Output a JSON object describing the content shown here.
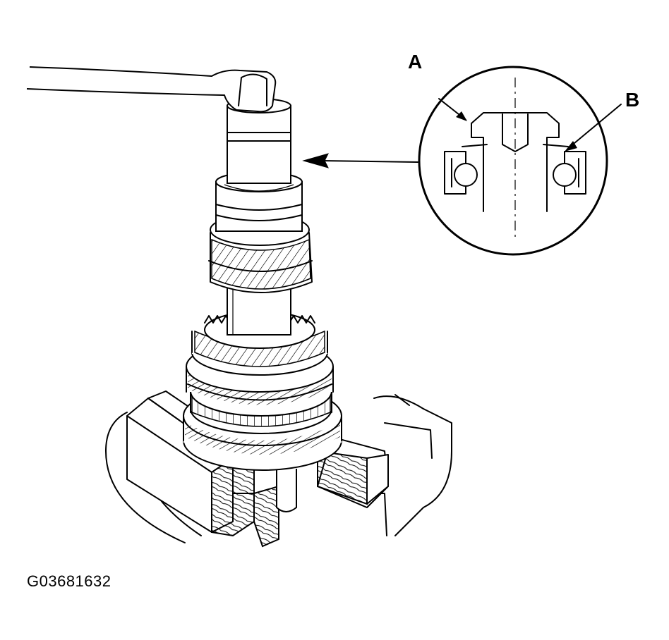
{
  "callouts": {
    "a": "A",
    "b": "B"
  },
  "figure_code": "G03681632",
  "colors": {
    "line": "#000000",
    "background": "#ffffff"
  }
}
